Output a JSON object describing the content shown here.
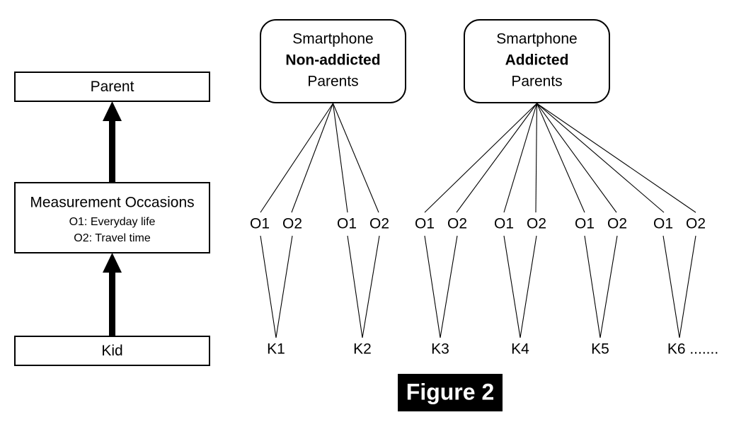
{
  "figure": {
    "tag_label": "Figure 2",
    "tag_bg_color": "#000000",
    "tag_text_color": "#ffffff",
    "background_color": "#ffffff",
    "line_color": "#000000"
  },
  "left_panel": {
    "levels": [
      {
        "label": "Parent",
        "sublabels": []
      },
      {
        "label": "Measurement Occasions",
        "sublabels": [
          "O1: Everyday life",
          "O2: Travel time"
        ]
      },
      {
        "label": "Kid",
        "sublabels": []
      }
    ],
    "arrows": [
      {
        "from": "Kid",
        "to": "Measurement Occasions",
        "direction": "up"
      },
      {
        "from": "Measurement Occasions",
        "to": "Parent",
        "direction": "up"
      }
    ]
  },
  "right_panel": {
    "groups": [
      {
        "id": "non-addicted",
        "line1": "Smartphone",
        "line2": "Non-addicted",
        "line3": "Parents",
        "kids": [
          {
            "label": "K1",
            "occasions": [
              "O1",
              "O2"
            ]
          },
          {
            "label": "K2",
            "occasions": [
              "O1",
              "O2"
            ]
          }
        ]
      },
      {
        "id": "addicted",
        "line1": "Smartphone",
        "line2": "Addicted",
        "line3": "Parents",
        "kids": [
          {
            "label": "K3",
            "occasions": [
              "O1",
              "O2"
            ]
          },
          {
            "label": "K4",
            "occasions": [
              "O1",
              "O2"
            ]
          },
          {
            "label": "K5",
            "occasions": [
              "O1",
              "O2"
            ]
          },
          {
            "label": "K6 .......",
            "occasions": [
              "O1",
              "O2"
            ]
          }
        ]
      }
    ]
  }
}
